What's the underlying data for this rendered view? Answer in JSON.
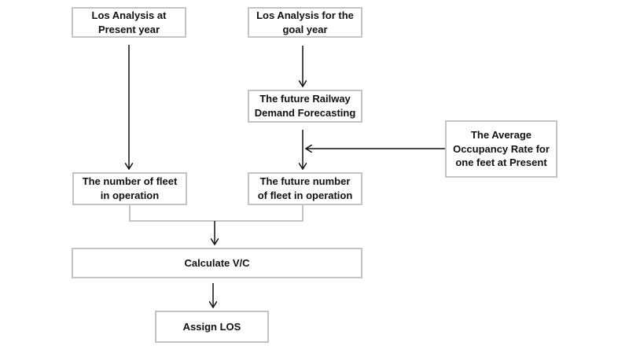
{
  "boxes": {
    "present_year": "Los Analysis at\nPresent year",
    "goal_year": "Los Analysis for the\ngoal year",
    "demand_forecast": "The future Railway\nDemand Forecasting",
    "occupancy_rate": "The Average\nOccupancy Rate for\none feet at Present",
    "fleet_current": "The number of fleet\nin operation",
    "fleet_future": "The future number\nof fleet in operation",
    "calculate_vc": "Calculate V/C",
    "assign_los": "Assign LOS"
  },
  "colors": {
    "box_border": "#c4c4c4",
    "arrow": "#111111",
    "connector": "#c4c4c4",
    "text": "#111111"
  }
}
